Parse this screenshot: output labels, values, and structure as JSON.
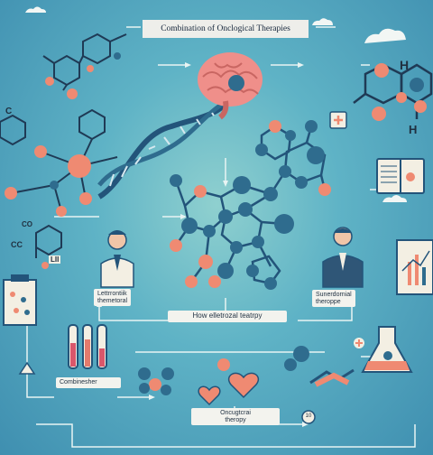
{
  "title": "Combination of Onclogical Therapies",
  "labels": {
    "left_doctor": "Lettrrontiik\nthemetoral",
    "right_doctor": "Sunerdornial\ntheroppe",
    "center": "How elletrozal teatrpy",
    "bottom_left": "Combinesher",
    "bottom_center": "Oncugtcrai\ntheropy",
    "circle_number": "10"
  },
  "atom_letters": [
    "H",
    "H",
    "C",
    "CC",
    "LII",
    "CO"
  ],
  "colors": {
    "background_center": "#8fd0cf",
    "background_edge": "#3f8fb0",
    "node_dark": "#2f6c8e",
    "node_salmon": "#ef8a72",
    "brain": "#ef8f8a",
    "dna_dark": "#23547a"
  }
}
